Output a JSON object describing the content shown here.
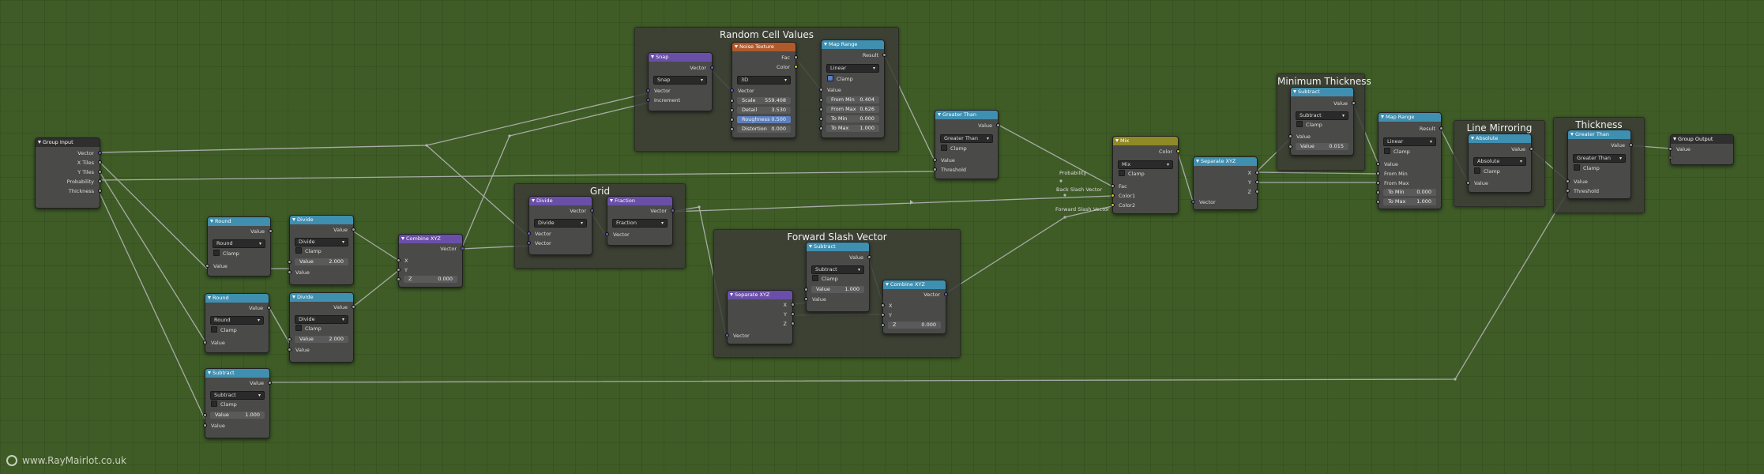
{
  "frames": {
    "random_cell": "Random Cell Values",
    "grid": "Grid",
    "forward_slash": "Forward Slash Vector",
    "min_thickness": "Minimum Thickness",
    "line_mirroring": "Line Mirroring",
    "thickness": "Thickness"
  },
  "colors": {
    "background": "#3f5c27",
    "math_header": "#3f8fb0",
    "vector_header": "#6a4fa8",
    "texture_header": "#b05a2c",
    "mix_header": "#8f8a26"
  },
  "nodes": {
    "group_input": {
      "title": "Group Input",
      "outputs": [
        "Vector",
        "X Tiles",
        "Y Tiles",
        "Probability",
        "Thickness"
      ]
    },
    "round1": {
      "title": "Round",
      "out": "Value",
      "op": "Round",
      "clamp": "Clamp",
      "in": "Value"
    },
    "round2": {
      "title": "Round",
      "out": "Value",
      "op": "Round",
      "clamp": "Clamp",
      "in": "Value"
    },
    "divide1": {
      "title": "Divide",
      "out": "Value",
      "op": "Divide",
      "clamp": "Clamp",
      "field_label": "Value",
      "field_value": "2.000",
      "in": "Value"
    },
    "divide2": {
      "title": "Divide",
      "out": "Value",
      "op": "Divide",
      "clamp": "Clamp",
      "field_label": "Value",
      "field_value": "2.000",
      "in": "Value"
    },
    "subtract_bottom": {
      "title": "Subtract",
      "out": "Value",
      "op": "Subtract",
      "clamp": "Clamp",
      "field_label": "Value",
      "field_value": "1.000",
      "in": "Value"
    },
    "combine1": {
      "title": "Combine XYZ",
      "out": "Vector",
      "x": "X",
      "y": "Y",
      "z_label": "Z",
      "z_value": "0.000"
    },
    "grid_divide": {
      "title": "Divide",
      "out": "Vector",
      "op": "Divide",
      "in1": "Vector",
      "in2": "Vector"
    },
    "grid_fraction": {
      "title": "Fraction",
      "out": "Vector",
      "op": "Fraction",
      "in": "Vector"
    },
    "snap": {
      "title": "Snap",
      "out": "Vector",
      "op": "Snap",
      "in1": "Vector",
      "in2": "Increment"
    },
    "noise": {
      "title": "Noise Texture",
      "out1": "Fac",
      "out2": "Color",
      "dim": "3D",
      "in": "Vector",
      "fields": [
        {
          "label": "Scale",
          "value": "559.408"
        },
        {
          "label": "Detail",
          "value": "3.530"
        },
        {
          "label": "Roughness",
          "value": "0.500"
        },
        {
          "label": "Distortion",
          "value": "0.000"
        }
      ]
    },
    "map_range1": {
      "title": "Map Range",
      "out": "Result",
      "interp": "Linear",
      "clamp": "Clamp",
      "in": "Value",
      "fields": [
        {
          "label": "From Min",
          "value": "0.404"
        },
        {
          "label": "From Max",
          "value": "0.626"
        },
        {
          "label": "To Min",
          "value": "0.000"
        },
        {
          "label": "To Max",
          "value": "1.000"
        }
      ]
    },
    "greater1": {
      "title": "Greater Than",
      "out": "Value",
      "op": "Greater Than",
      "clamp": "Clamp",
      "in1": "Value",
      "in2": "Threshold"
    },
    "separate1": {
      "title": "Separate XYZ",
      "out_x": "X",
      "out_y": "Y",
      "out_z": "Z",
      "in": "Vector"
    },
    "subtract_fs": {
      "title": "Subtract",
      "out": "Value",
      "op": "Subtract",
      "clamp": "Clamp",
      "field_label": "Value",
      "field_value": "1.000",
      "in": "Value"
    },
    "combine2": {
      "title": "Combine XYZ",
      "out": "Vector",
      "x": "X",
      "y": "Y",
      "z_label": "Z",
      "z_value": "0.000"
    },
    "mix": {
      "title": "Mix",
      "out": "Color",
      "op": "Mix",
      "clamp": "Clamp",
      "in1": "Fac",
      "in2": "Color1",
      "in3": "Color2"
    },
    "separate2": {
      "title": "Separate XYZ",
      "out_x": "X",
      "out_y": "Y",
      "out_z": "Z",
      "in": "Vector"
    },
    "subtract_min": {
      "title": "Subtract",
      "out": "Value",
      "op": "Subtract",
      "clamp": "Clamp",
      "in": "Value",
      "field_label": "Value",
      "field_value": "0.015"
    },
    "map_range2": {
      "title": "Map Range",
      "out": "Result",
      "interp": "Linear",
      "clamp": "Clamp",
      "in1": "Value",
      "in2": "From Min",
      "in3": "From Max",
      "fields": [
        {
          "label": "To Min",
          "value": "0.000"
        },
        {
          "label": "To Max",
          "value": "1.000"
        }
      ]
    },
    "absolute": {
      "title": "Absolute",
      "out": "Value",
      "op": "Absolute",
      "clamp": "Clamp",
      "in": "Value"
    },
    "greater2": {
      "title": "Greater Than",
      "out": "Value",
      "op": "Greater Than",
      "clamp": "Clamp",
      "in1": "Value",
      "in2": "Threshold"
    },
    "group_output": {
      "title": "Group Output",
      "in": "Value"
    }
  },
  "edge_labels": {
    "probability": "Probability",
    "back_slash": "Back Slash Vector",
    "forward_slash": "Forward Slash Vector"
  },
  "watermark": "www.RayMairlot.co.uk"
}
